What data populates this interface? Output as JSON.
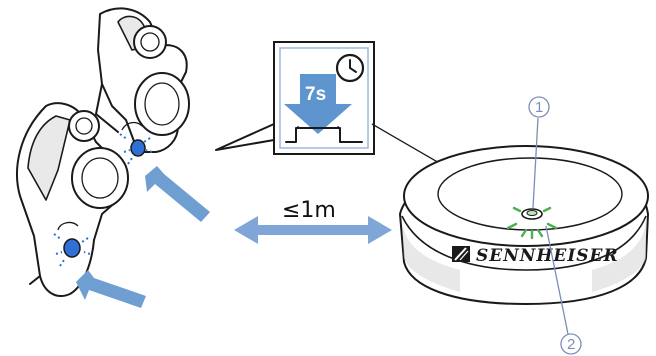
{
  "distance": {
    "label": "≤1m"
  },
  "timer": {
    "label": "7s"
  },
  "callouts": [
    {
      "number": "1"
    },
    {
      "number": "2"
    }
  ],
  "base": {
    "brand": "SENNHEISER"
  },
  "colors": {
    "arrow_blue": "#6f9fd0",
    "double_arrow_blue": "#7fa6d6",
    "timer_arrow": "#5f95cf",
    "timer_frame": "#9bb8e0",
    "led_blue": "#2f6fd6",
    "led_green": "#4caf50",
    "callout": "#7a8fb5",
    "outline": "#1a1a1a"
  }
}
